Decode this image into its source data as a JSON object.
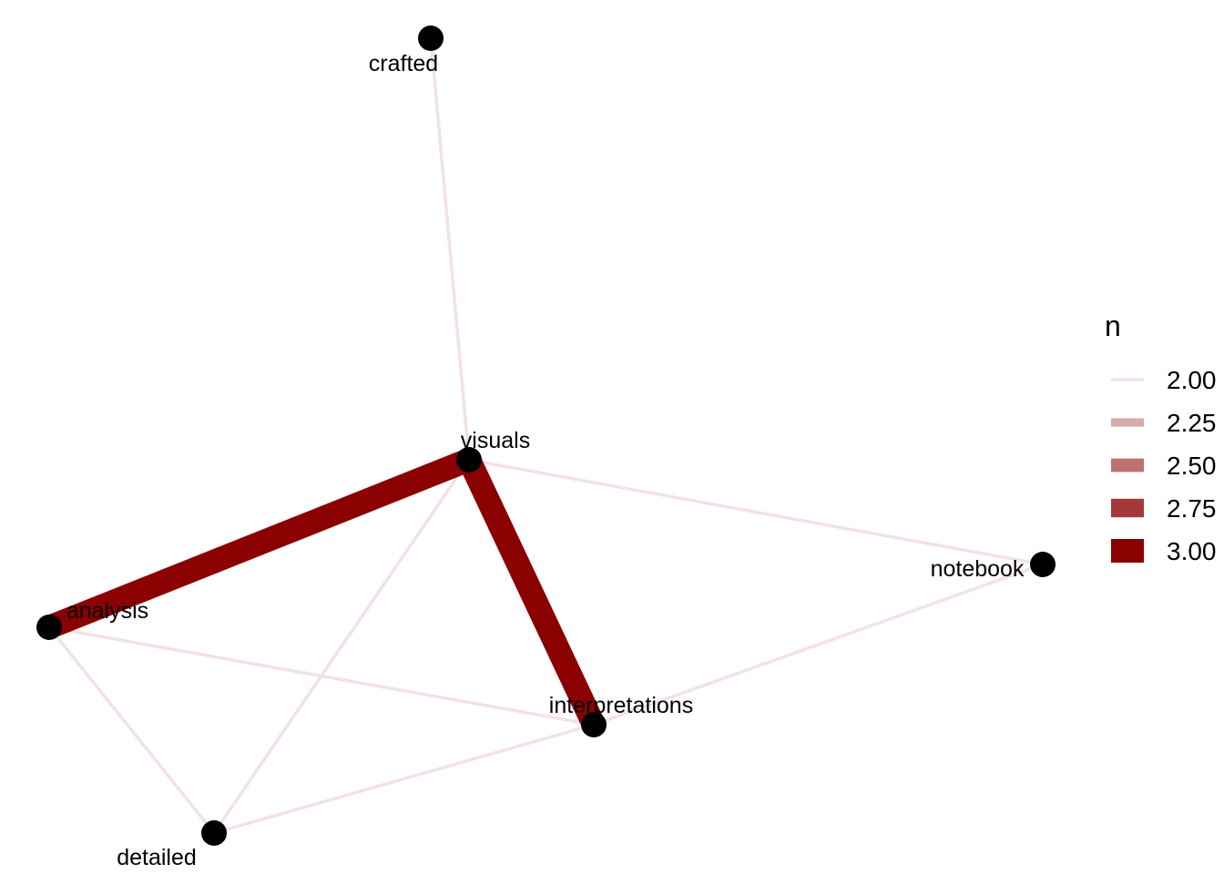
{
  "graph": {
    "nodes": [
      {
        "id": "crafted",
        "label": "crafted"
      },
      {
        "id": "visuals",
        "label": "visuals"
      },
      {
        "id": "notebook",
        "label": "notebook"
      },
      {
        "id": "analysis",
        "label": "analysis"
      },
      {
        "id": "interpretations",
        "label": "interpretations"
      },
      {
        "id": "detailed",
        "label": "detailed"
      }
    ],
    "edges": [
      {
        "source": "crafted",
        "target": "visuals",
        "n": 2
      },
      {
        "source": "visuals",
        "target": "notebook",
        "n": 2
      },
      {
        "source": "visuals",
        "target": "detailed",
        "n": 2
      },
      {
        "source": "analysis",
        "target": "interpretations",
        "n": 2
      },
      {
        "source": "analysis",
        "target": "detailed",
        "n": 2
      },
      {
        "source": "interpretations",
        "target": "notebook",
        "n": 2
      },
      {
        "source": "interpretations",
        "target": "detailed",
        "n": 2
      },
      {
        "source": "analysis",
        "target": "visuals",
        "n": 3
      },
      {
        "source": "visuals",
        "target": "interpretations",
        "n": 3
      }
    ],
    "edge_color_low": "#f2e2e2",
    "edge_color_high": "#8b0000",
    "node_color": "#000000"
  },
  "legend": {
    "title": "n",
    "items": [
      {
        "label": "2.00",
        "value": 2.0
      },
      {
        "label": "2.25",
        "value": 2.25
      },
      {
        "label": "2.50",
        "value": 2.5
      },
      {
        "label": "2.75",
        "value": 2.75
      },
      {
        "label": "3.00",
        "value": 3.0
      }
    ]
  }
}
